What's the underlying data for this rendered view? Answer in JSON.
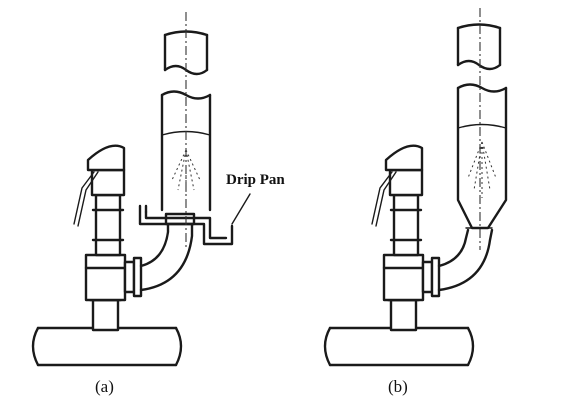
{
  "figure": {
    "callout_label": "Drip Pan",
    "panel_a_label": "(a)",
    "panel_b_label": "(b)"
  }
}
